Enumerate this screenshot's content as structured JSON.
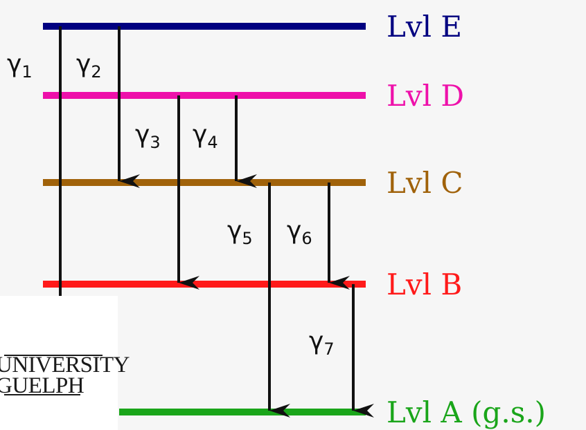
{
  "levels": [
    {
      "id": "E",
      "label": "Lvl E",
      "color": "#000080"
    },
    {
      "id": "D",
      "label": "Lvl D",
      "color": "#ee11aa"
    },
    {
      "id": "C",
      "label": "Lvl C",
      "color": "#a0620a"
    },
    {
      "id": "B",
      "label": "Lvl B",
      "color": "#ff1a1a"
    },
    {
      "id": "A",
      "label": "Lvl A (g.s.)",
      "color": "#1aa51a"
    }
  ],
  "transitions": [
    {
      "symbol": "γ",
      "sub": "1",
      "from": "E",
      "to": "A"
    },
    {
      "symbol": "γ",
      "sub": "2",
      "from": "E",
      "to": "C"
    },
    {
      "symbol": "γ",
      "sub": "3",
      "from": "D",
      "to": "B"
    },
    {
      "symbol": "γ",
      "sub": "4",
      "from": "D",
      "to": "C"
    },
    {
      "symbol": "γ",
      "sub": "5",
      "from": "C",
      "to": "A"
    },
    {
      "symbol": "γ",
      "sub": "6",
      "from": "C",
      "to": "B"
    },
    {
      "symbol": "γ",
      "sub": "7",
      "from": "B",
      "to": "A"
    }
  ],
  "logo": {
    "line1": "UNIVERSITY",
    "line2": "GUELPH"
  }
}
